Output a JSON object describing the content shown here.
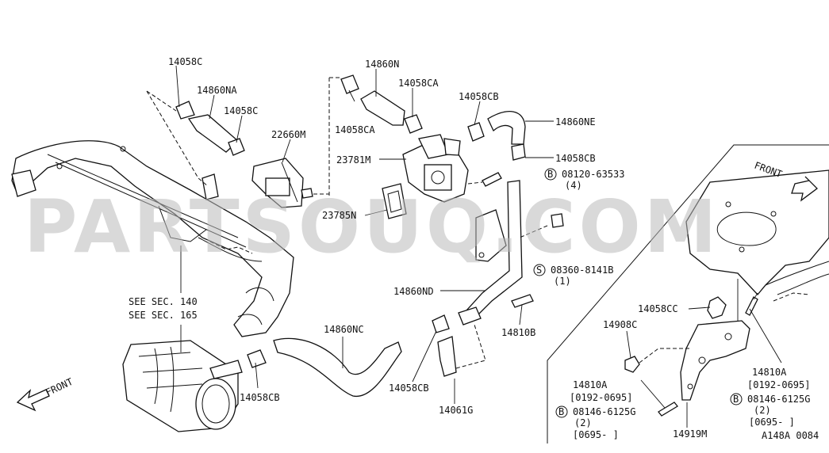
{
  "watermark": "PARTSOUQ.COM",
  "labels": {
    "p14058C_a": "14058C",
    "p14860NA": "14860NA",
    "p14058C_b": "14058C",
    "p22660M": "22660M",
    "p14860N": "14860N",
    "p14058CA_a": "14058CA",
    "p14058CA_b": "14058CA",
    "p14058CB_a": "14058CB",
    "p14860NE": "14860NE",
    "p14058CB_b": "14058CB",
    "p23781M": "23781M",
    "p08120_63533": "08120-63533",
    "p08120_qty": "(4)",
    "p23785N": "23785N",
    "p08360_8141B": "08360-8141B",
    "p08360_qty": "(1)",
    "p14860ND": "14860ND",
    "p14810B": "14810B",
    "p14860NC": "14860NC",
    "p14058CB_c": "14058CB",
    "p14058CB_d": "14058CB",
    "p14061G": "14061G",
    "see_sec_140": "SEE SEC. 140",
    "see_sec_165": "SEE SEC. 165",
    "front_left": "FRONT",
    "front_right": "FRONT",
    "p14058CC": "14058CC",
    "p14908C": "14908C",
    "p14810A_left": "14810A",
    "p14810A_left_date": "[0192-0695]",
    "p08146_left": "08146-6125G",
    "p08146_left_qty": "(2)",
    "p08146_left_date": "[0695-    ]",
    "p14810A_right": "14810A",
    "p14810A_right_date": "[0192-0695]",
    "p08146_right": "08146-6125G",
    "p08146_right_qty": "(2)",
    "p08146_right_date": "[0695-    ]",
    "p14919M": "14919M",
    "diagram_code": "A148A 0084",
    "circle_b": "B",
    "circle_s": "S"
  }
}
